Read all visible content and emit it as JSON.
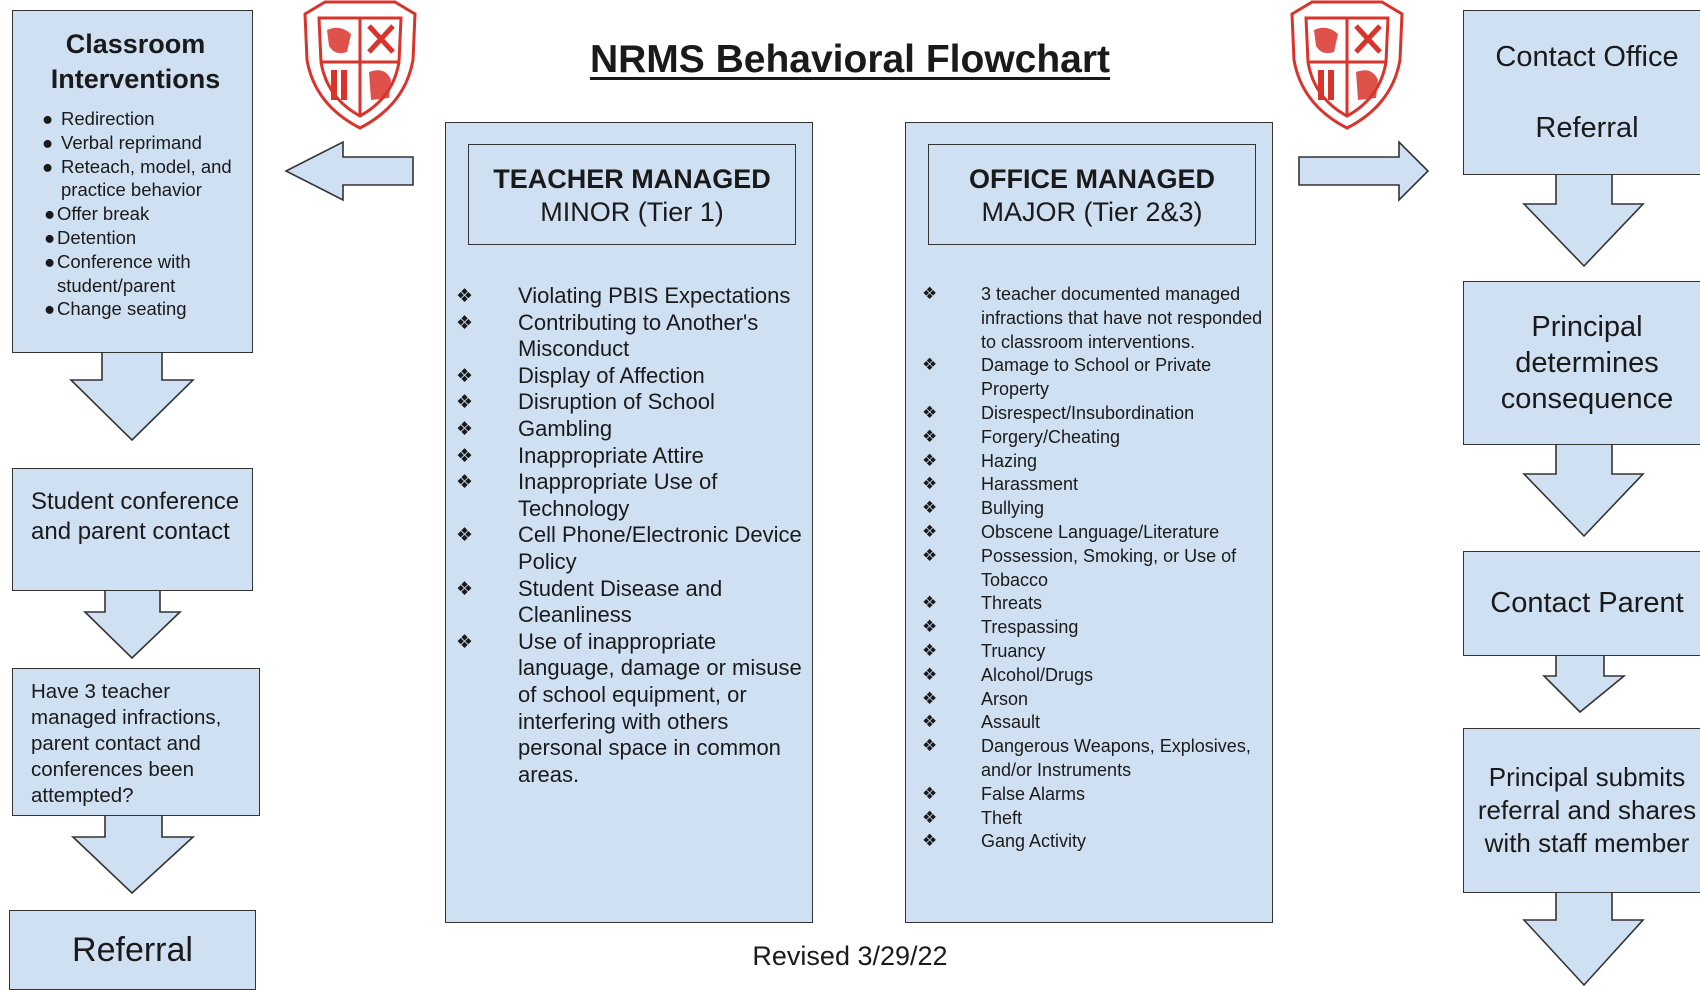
{
  "title": "NRMS Behavioral Flowchart",
  "revised": "Revised 3/29/22",
  "colors": {
    "box_fill": "#cfe0f2",
    "outline": "#333333",
    "crest_red": "#d9342b"
  },
  "left": {
    "classroom_title": "Classroom Interventions",
    "interventions": [
      "Redirection",
      "Verbal reprimand",
      "Reteach, model, and practice behavior",
      "Offer break",
      "Detention",
      "Conference with student/parent",
      "Change seating"
    ],
    "student_conference": "Student conference and parent contact",
    "have_three": "Have 3 teacher managed infractions, parent contact and conferences been attempted?",
    "referral": "Referral"
  },
  "teacher": {
    "heading": "TEACHER MANAGED",
    "subheading": "MINOR (Tier 1)",
    "items": [
      "Violating PBIS Expectations",
      "Contributing to Another's Misconduct",
      "Display of Affection",
      "Disruption of School",
      "Gambling",
      "Inappropriate Attire",
      "Inappropriate Use of Technology",
      "Cell Phone/Electronic Device Policy",
      "Student Disease and Cleanliness",
      "Use of inappropriate language, damage or misuse of school equipment, or interfering with others personal space in common areas."
    ]
  },
  "office": {
    "heading": "OFFICE MANAGED",
    "subheading": "MAJOR (Tier 2&3)",
    "items": [
      "3 teacher documented managed infractions that have not responded to classroom interventions.",
      "Damage to School or Private Property",
      "Disrespect/Insubordination",
      "Forgery/Cheating",
      "Hazing",
      "Harassment",
      "Bullying",
      "Obscene Language/Literature",
      "Possession, Smoking, or Use of Tobacco",
      "Threats",
      "Trespassing",
      "Truancy",
      "Alcohol/Drugs",
      "Arson",
      "Assault",
      "Dangerous Weapons, Explosives, and/or Instruments",
      "False Alarms",
      "Theft",
      "Gang Activity"
    ]
  },
  "right": {
    "contact_office": "Contact Office",
    "contact_office_referral": "Referral",
    "principal_determines": "Principal determines consequence",
    "contact_parent": "Contact Parent",
    "principal_submits": "Principal submits referral and shares with staff member"
  }
}
